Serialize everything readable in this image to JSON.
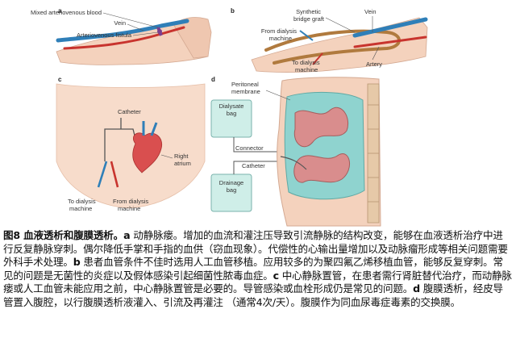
{
  "panels": {
    "a": {
      "letter": "a",
      "labels": {
        "mixed": "Mixed arteriovenous blood",
        "vein": "Vein",
        "fistula": "Arteriovenous fistula"
      }
    },
    "b": {
      "letter": "b",
      "labels": {
        "synthetic_1": "Synthetic",
        "synthetic_2": "bridge graft",
        "vein": "Vein",
        "from_1": "From dialysis",
        "from_2": "machine",
        "to_1": "To dialysis",
        "to_2": "machine",
        "artery": "Artery"
      }
    },
    "c": {
      "letter": "c",
      "labels": {
        "catheter": "Catheter",
        "right_1": "Right",
        "right_2": "atrium",
        "to_1": "To dialysis",
        "to_2": "machine",
        "from_1": "From dialysis",
        "from_2": "machine"
      }
    },
    "d": {
      "letter": "d",
      "labels": {
        "peritoneal_1": "Peritoneal",
        "peritoneal_2": "membrane",
        "dialysate_1": "Dialysate",
        "dialysate_2": "bag",
        "connector": "Connector",
        "catheter": "Catheter",
        "drainage_1": "Drainage",
        "drainage_2": "bag"
      }
    }
  },
  "caption": {
    "title": "图8 血液透析和腹膜透析。",
    "a": "a",
    "text_a": " 动静脉瘘。增加的血流和灌注压导致引流静脉的结构改变，能够在血液透析治疗中进行反复静脉穿刺。偶尔降低手掌和手指的血供（窃血现象）。代偿性的心输出量增加以及动脉瘤形成等相关问题需要外科手术处理。",
    "b": "b",
    "text_b": " 患者血管条件不佳时选用人工血管移植。应用较多的为聚四氟乙烯移植血管，能够反复穿刺。常见的问题是无菌性的炎症以及假体感染引起细菌性脓毒血症。",
    "c": "c",
    "text_c": " 中心静脉置管，在患者需行肾脏替代治疗，而动静脉瘘或人工血管未能应用之前，中心静脉置管是必要的。导管感染或血栓形成仍是常见的问题。",
    "d": "d",
    "text_d": " 腹膜透析，经皮导管置入腹腔，以行腹膜透析液灌入、引流及再灌注 （通常4次/天）。腹膜作为同血尿毒症毒素的交换膜。"
  },
  "colors": {
    "skin": "#f4d2bd",
    "vein_blue": "#2f7fb8",
    "artery_red": "#c8342e",
    "fluid_teal": "#8fd3cf",
    "organ_pink": "#d98d8d",
    "bag_green": "#cfeee8"
  }
}
